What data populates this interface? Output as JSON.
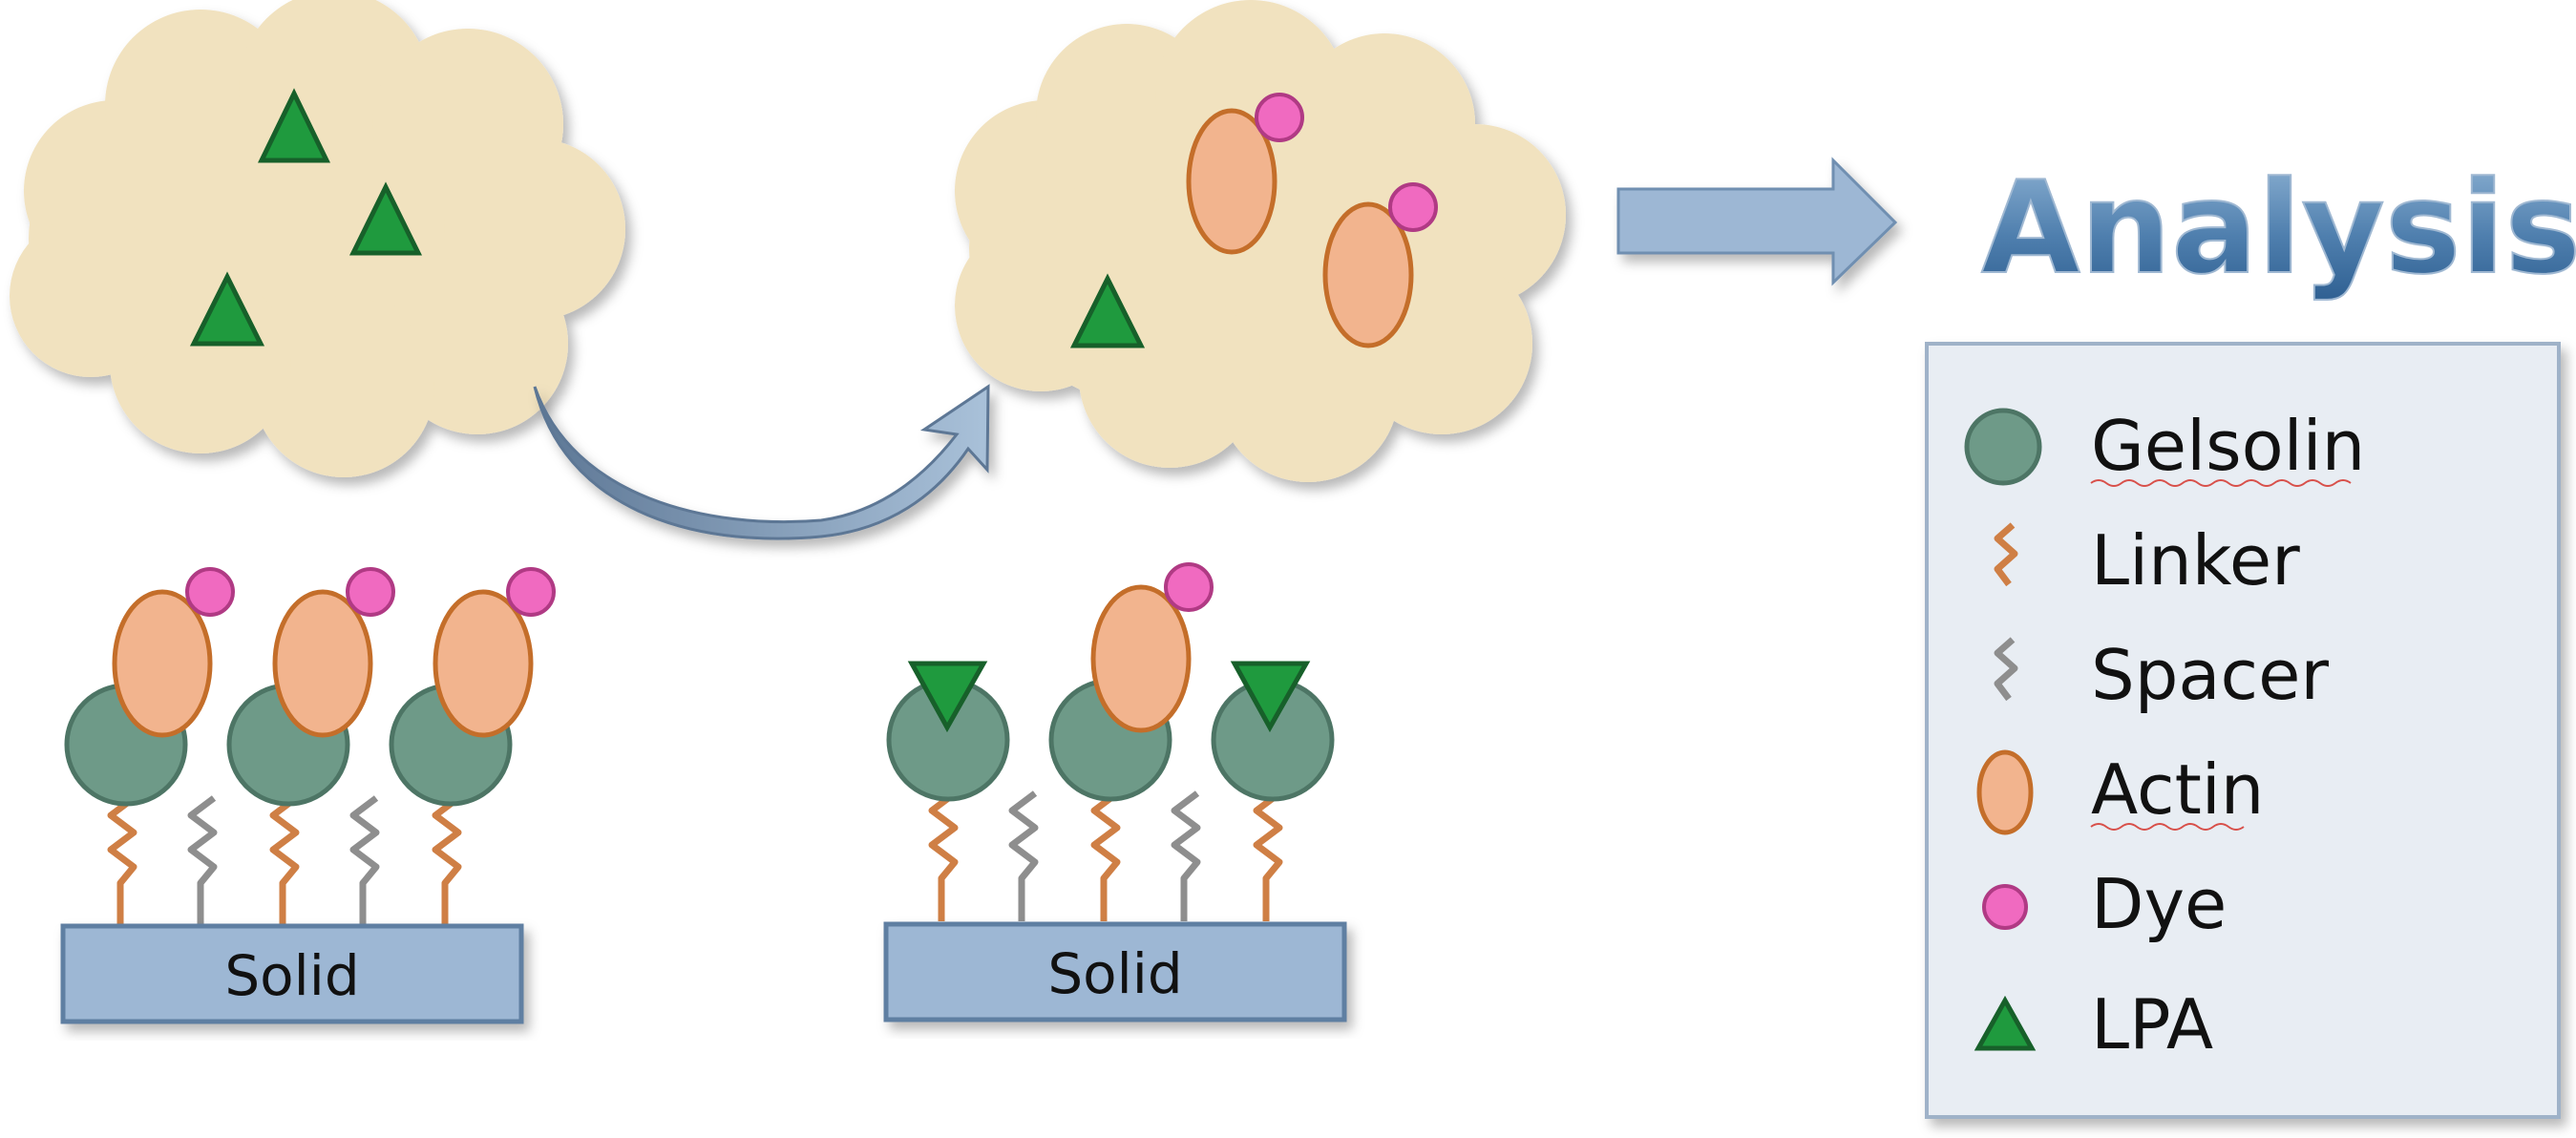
{
  "title": "Analysis",
  "solids": {
    "left_label": "Solid",
    "right_label": "Solid"
  },
  "legend": {
    "items": [
      {
        "key": "gelsolin",
        "label": "Gelsolin",
        "icon": "gelsolin-circle-icon",
        "color": "#6e9a88",
        "underline": true
      },
      {
        "key": "linker",
        "label": "Linker",
        "icon": "linker-zigzag-icon",
        "color": "#cf7f45",
        "underline": false
      },
      {
        "key": "spacer",
        "label": "Spacer",
        "icon": "spacer-zigzag-icon",
        "color": "#8e8e8e",
        "underline": false
      },
      {
        "key": "actin",
        "label": "Actin",
        "icon": "actin-oval-icon",
        "color": "#f2b48e",
        "underline": true
      },
      {
        "key": "dye",
        "label": "Dye",
        "icon": "dye-circle-icon",
        "color": "#f06ac0",
        "underline": false
      },
      {
        "key": "lpa",
        "label": "LPA",
        "icon": "lpa-triangle-icon",
        "color": "#1f9a3e",
        "underline": false
      }
    ]
  },
  "colors": {
    "cloud": "#f1e2bf",
    "solid": "#9db7d4",
    "arrow": "#9db7d4",
    "legend_bg": "#e8edf3",
    "legend_border": "#9fb2c8",
    "triangle": "#1f9a3e",
    "actin": "#f2b48e",
    "actin_stroke": "#c46e2a",
    "gelsolin": "#6e9a88",
    "dye": "#f06ac0",
    "linker": "#cf7f45",
    "spacer": "#8e8e8e"
  }
}
